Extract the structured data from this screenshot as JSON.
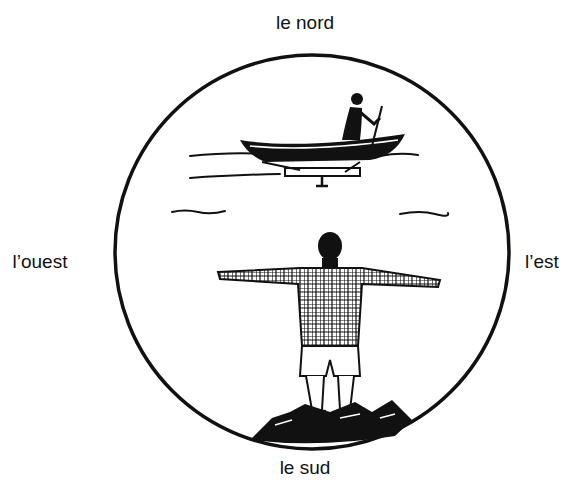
{
  "diagram": {
    "labels": [
      "le nord",
      "l’ouest",
      "l’est",
      "le sud"
    ]
  }
}
